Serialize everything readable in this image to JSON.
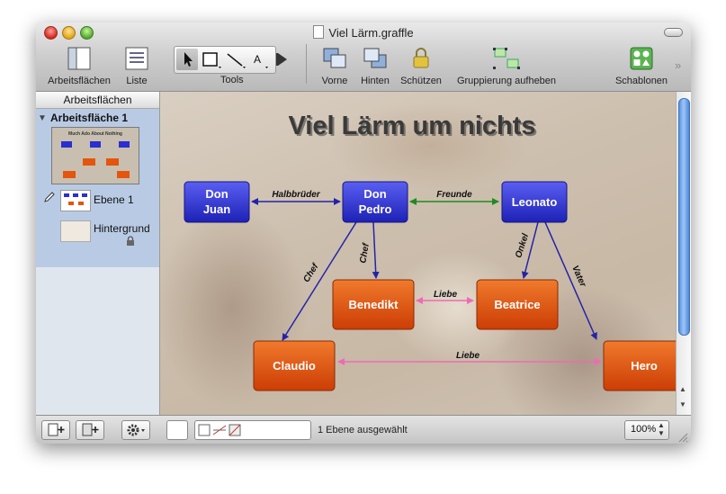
{
  "window": {
    "title": "Viel Lärm.graffle"
  },
  "toolbar": {
    "arbeitsflaechen": "Arbeitsflächen",
    "liste": "Liste",
    "tools": "Tools",
    "text_tool_letter": "A",
    "vorne": "Vorne",
    "hinten": "Hinten",
    "schuetzen": "Schützen",
    "gruppierung": "Gruppierung aufheben",
    "schablonen": "Schablonen"
  },
  "sidebar": {
    "header": "Arbeitsflächen",
    "canvas_name": "Arbeitsfläche 1",
    "thumb_title": "Much Ado About Nothing",
    "layers": [
      {
        "name": "Ebene 1"
      },
      {
        "name": "Hintergrund"
      }
    ]
  },
  "diagram": {
    "title": "Viel Lärm um nichts",
    "nodes": {
      "don_juan": [
        "Don",
        "Juan"
      ],
      "don_pedro": [
        "Don",
        "Pedro"
      ],
      "leonato": "Leonato",
      "benedikt": "Benedikt",
      "beatrice": "Beatrice",
      "claudio": "Claudio",
      "hero": "Hero"
    },
    "edges": {
      "halbbrueder": "Halbbrüder",
      "freunde": "Freunde",
      "chef1": "Chef",
      "chef2": "Chef",
      "onkel": "Onkel",
      "vater": "Vater",
      "liebe1": "Liebe",
      "liebe2": "Liebe"
    },
    "colors": {
      "blue_node": "#2a2fd0",
      "orange_node": "#e4550d",
      "blue_edge": "#2323a8",
      "green_edge": "#1f8a1f",
      "pink_edge": "#f06ab2"
    }
  },
  "status": {
    "text": "1 Ebene ausgewählt",
    "zoom": "100%"
  }
}
